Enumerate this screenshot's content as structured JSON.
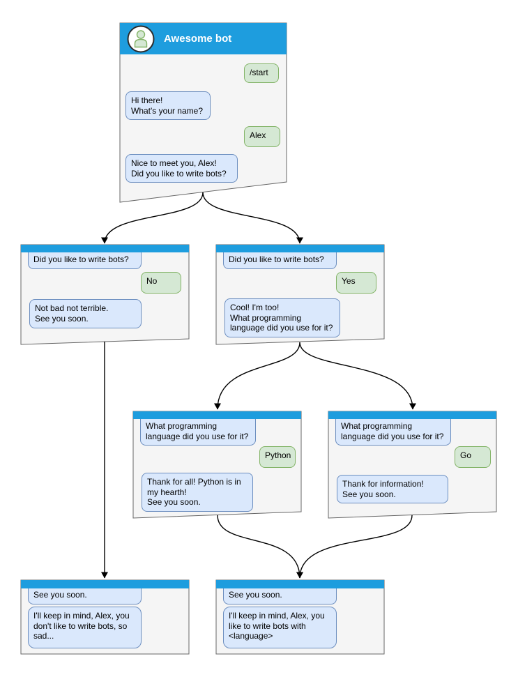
{
  "colors": {
    "header_blue": "#1e9dde",
    "window_fill": "#f5f5f5",
    "window_border": "#666666",
    "bubble_blue_fill": "#dae8fc",
    "bubble_blue_border": "#6c8ebf",
    "bubble_green_fill": "#d5e8d4",
    "bubble_green_border": "#82b366",
    "arrow_color": "#000000"
  },
  "bot_window": {
    "title": "Awesome bot",
    "avatar_icon": "person-avatar-icon",
    "messages": [
      {
        "text": "/start",
        "from": "user"
      },
      {
        "text": "Hi there!\nWhat's your name?",
        "from": "bot"
      },
      {
        "text": "Alex",
        "from": "user"
      },
      {
        "text": "Nice to meet you, Alex!\nDid you like to write bots?",
        "from": "bot"
      }
    ]
  },
  "branch_no": {
    "messages": [
      {
        "text": "Did you like to write bots?",
        "from": "bot"
      },
      {
        "text": "No",
        "from": "user"
      },
      {
        "text": "Not bad not terrible.\nSee you soon.",
        "from": "bot"
      }
    ]
  },
  "branch_yes": {
    "messages": [
      {
        "text": "Did you like to write bots?",
        "from": "bot"
      },
      {
        "text": "Yes",
        "from": "user"
      },
      {
        "text": "Cool! I'm too!\nWhat programming\nlanguage did you use for it?",
        "from": "bot"
      }
    ]
  },
  "branch_python": {
    "messages": [
      {
        "text": "What programming\nlanguage did you use for it?",
        "from": "bot"
      },
      {
        "text": "Python",
        "from": "user"
      },
      {
        "text": "Thank for all! Python is in\nmy hearth!\nSee you soon.",
        "from": "bot"
      }
    ]
  },
  "branch_go": {
    "messages": [
      {
        "text": "What programming\nlanguage did you use for it?",
        "from": "bot"
      },
      {
        "text": "Go",
        "from": "user"
      },
      {
        "text": "Thank for information!\nSee you soon.",
        "from": "bot"
      }
    ]
  },
  "end_no": {
    "messages": [
      {
        "text": "See you soon.",
        "from": "bot"
      },
      {
        "text": "I'll keep in mind, Alex, you\ndon't like to write bots, so\nsad...",
        "from": "bot"
      }
    ]
  },
  "end_yes": {
    "messages": [
      {
        "text": "See you soon.",
        "from": "bot"
      },
      {
        "text": "I'll keep in mind, Alex, you\nlike to write bots with\n<language>",
        "from": "bot"
      }
    ]
  },
  "edges": [
    {
      "from": "bot_window",
      "to": "branch_no"
    },
    {
      "from": "bot_window",
      "to": "branch_yes"
    },
    {
      "from": "branch_yes",
      "to": "branch_python"
    },
    {
      "from": "branch_yes",
      "to": "branch_go"
    },
    {
      "from": "branch_no",
      "to": "end_no"
    },
    {
      "from": "branch_python",
      "to": "end_yes"
    },
    {
      "from": "branch_go",
      "to": "end_yes"
    }
  ]
}
